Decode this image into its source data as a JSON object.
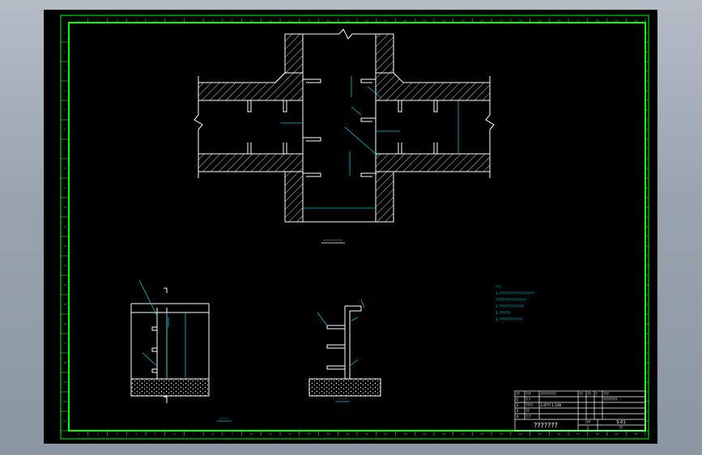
{
  "colors": {
    "background": "#000000",
    "frame": "#00ff00",
    "drawing": "#ffffff",
    "dimension": "#00c8d8",
    "hatch": "#ffffff"
  },
  "border_ticks": {
    "top": [
      "1",
      "2",
      "3",
      "4",
      "5",
      "6",
      "7",
      "8",
      "9",
      "10",
      "11",
      "12",
      "13",
      "14",
      "15",
      "16",
      "17",
      "18",
      "19",
      "20",
      "21",
      "22",
      "23",
      "24",
      "25",
      "26",
      "27",
      "28",
      "29",
      "30"
    ],
    "side": [
      "1",
      "2",
      "3",
      "4",
      "5",
      "6",
      "7",
      "8",
      "9",
      "10",
      "11",
      "12",
      "13",
      "14",
      "15",
      "16",
      "17",
      "18",
      "19",
      "20",
      "21"
    ]
  },
  "views": {
    "plan_label": "——————",
    "section_a_label": "———",
    "section_b_label": "———"
  },
  "notes": {
    "title": "???:",
    "lines": [
      "1.?????????????????????",
      "  ??????????????????",
      "2.???????????????",
      "3.???????",
      "4.??????????????"
    ]
  },
  "title_block": {
    "header": [
      "??",
      "???",
      "?????????",
      "??",
      "??",
      "?",
      "???"
    ],
    "rows": [
      [
        "1",
        "?  ?",
        "",
        "",
        "",
        "",
        "????????"
      ],
      [
        "2",
        "????",
        "1.0???  1:100",
        "",
        "",
        "",
        ""
      ],
      [
        "3",
        "??",
        "",
        "",
        "",
        "",
        ""
      ],
      [
        "4",
        "? ?",
        "",
        "",
        "",
        "",
        ""
      ]
    ],
    "title": "???????",
    "scale_label": "???",
    "drawing_no": "S-01",
    "sheet": "1",
    "sheets_total": "??"
  }
}
